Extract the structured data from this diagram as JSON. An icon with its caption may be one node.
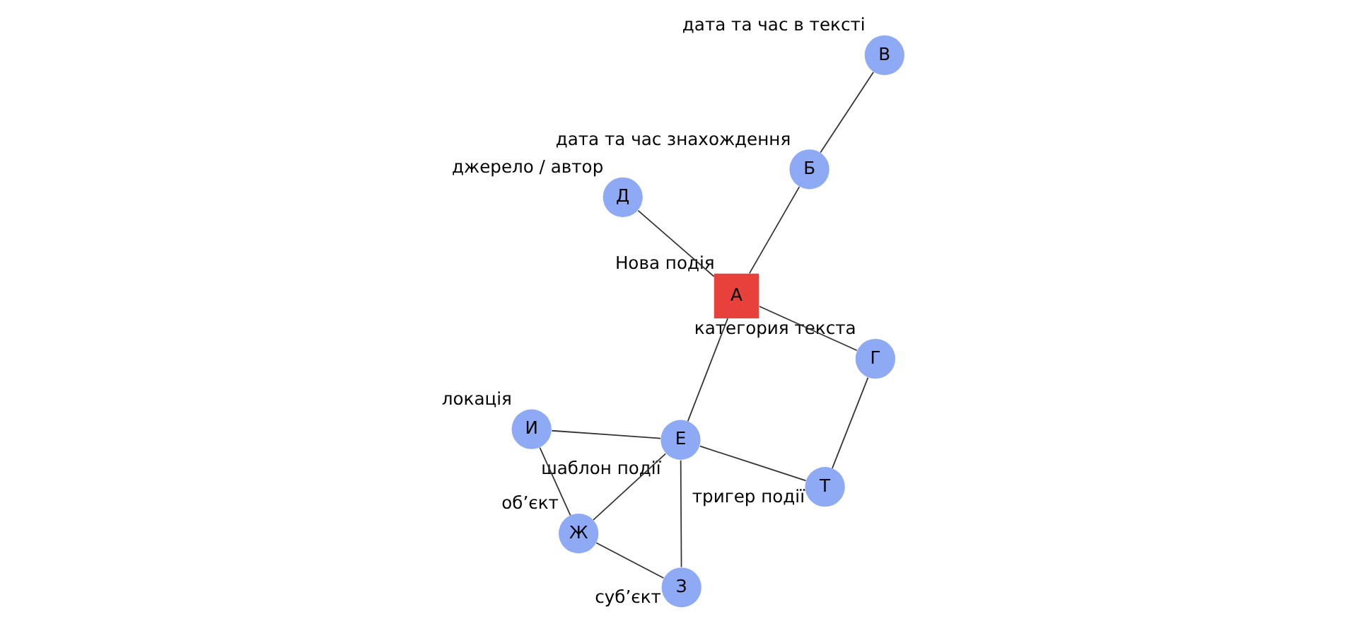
{
  "diagram": {
    "nodes": [
      {
        "text": [
          "Д"
        ],
        "beside": [
          "джерело / автор"
        ]
      },
      {
        "text": [
          "В"
        ],
        "beside": [
          "дата та час в тексті"
        ]
      },
      {
        "text": [
          "З"
        ],
        "beside": [
          "суб’єкт"
        ]
      },
      {
        "text": [
          "А"
        ],
        "beside": [
          "Нова подія"
        ]
      },
      {
        "text": [
          "Е"
        ],
        "beside": [
          "шаблон події"
        ]
      },
      {
        "text": [
          "Б"
        ],
        "beside": [
          "дата та час знахождення"
        ]
      },
      {
        "text": [
          "Ж"
        ],
        "beside": [
          "об’єкт"
        ]
      },
      {
        "text": [
          "Г"
        ],
        "beside": [
          "категория текста"
        ]
      },
      {
        "text": [
          "И"
        ],
        "beside": [
          "локація"
        ]
      },
      {
        "text": [
          "Т"
        ],
        "beside": [
          "тригер події"
        ]
      }
    ],
    "edges": [
      {
        "from": 0,
        "to": 3,
        "arrow": "none"
      },
      {
        "from": 3,
        "to": 5,
        "arrow": "none"
      },
      {
        "from": 5,
        "to": 1,
        "arrow": "none"
      },
      {
        "from": 3,
        "to": 4,
        "arrow": "none"
      },
      {
        "from": 3,
        "to": 7,
        "arrow": "none"
      },
      {
        "from": 7,
        "to": 9,
        "arrow": "none"
      },
      {
        "from": 4,
        "to": 9,
        "arrow": "none"
      },
      {
        "from": 4,
        "to": 2,
        "arrow": "none"
      },
      {
        "from": 2,
        "to": 6,
        "arrow": "none"
      },
      {
        "from": 4,
        "to": 6,
        "arrow": "none"
      },
      {
        "from": 4,
        "to": 8,
        "arrow": "none"
      },
      {
        "from": 6,
        "to": 8,
        "arrow": "none"
      }
    ]
  }
}
